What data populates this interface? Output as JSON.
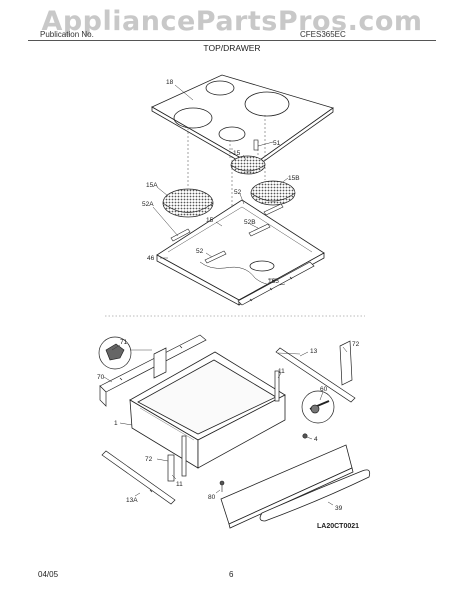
{
  "watermark": "AppliancePartsPros.com",
  "header": {
    "left_text": "Publication No.",
    "right_text": "CFES365EC",
    "section_title": "TOP/DRAWER"
  },
  "part_labels": {
    "p18": "18",
    "p51": "51",
    "p15_top": "15",
    "p15B": "15B",
    "p15A": "15A",
    "p52_top": "52",
    "p52A": "52A",
    "p15_mid": "15",
    "p52B": "52B",
    "p52_low": "52",
    "p46": "46",
    "p165": "165",
    "p71": "71",
    "p70": "70",
    "p11_right": "11",
    "p1": "1",
    "p13_right": "13",
    "p72_right": "72",
    "p60": "60",
    "p4": "4",
    "p72_left": "72",
    "p11_left": "11",
    "p13A": "13A",
    "p80": "80",
    "p39": "39"
  },
  "drawing_code": "LA20CT0021",
  "footer": {
    "date": "04/05",
    "page_number": "6"
  }
}
